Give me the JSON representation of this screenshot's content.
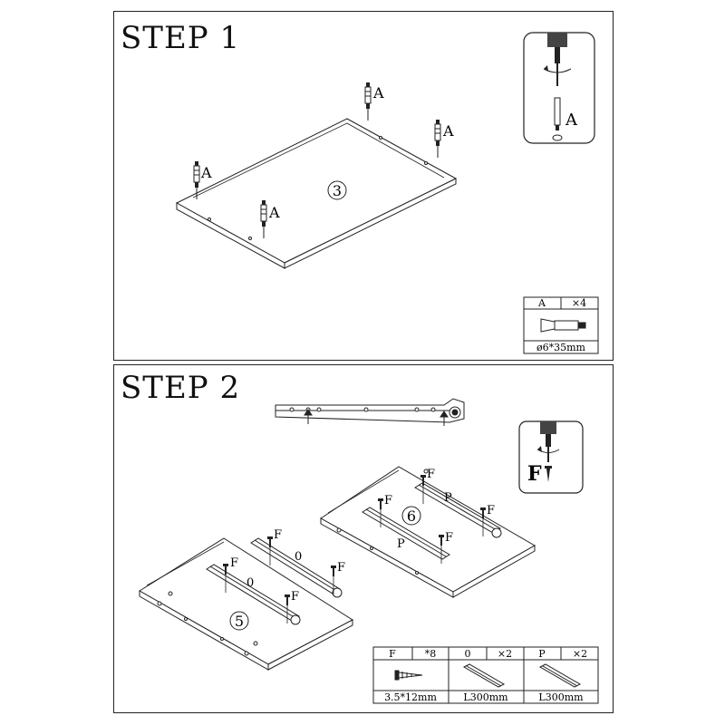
{
  "steps": [
    {
      "title": "STEP 1"
    },
    {
      "title": "STEP 2"
    }
  ],
  "step1": {
    "panel_number": "3",
    "fastener_label": "A",
    "parts_table": {
      "part": "A",
      "qty": "×4",
      "size": "ø6*35mm"
    },
    "inset_label": "A"
  },
  "step2": {
    "panel_numbers": [
      "5",
      "6"
    ],
    "screw_label": "F",
    "slide_labels": [
      "0",
      "P"
    ],
    "inset_label": "F",
    "parts_table": [
      {
        "part": "F",
        "qty": "*8",
        "size": "3.5*12mm"
      },
      {
        "part": "0",
        "qty": "×2",
        "size": "L300mm"
      },
      {
        "part": "P",
        "qty": "×2",
        "size": "L300mm"
      }
    ]
  },
  "icons": [
    "screwdriver-icon",
    "cam-dowel-icon",
    "screw-icon",
    "drawer-slide-icon"
  ]
}
